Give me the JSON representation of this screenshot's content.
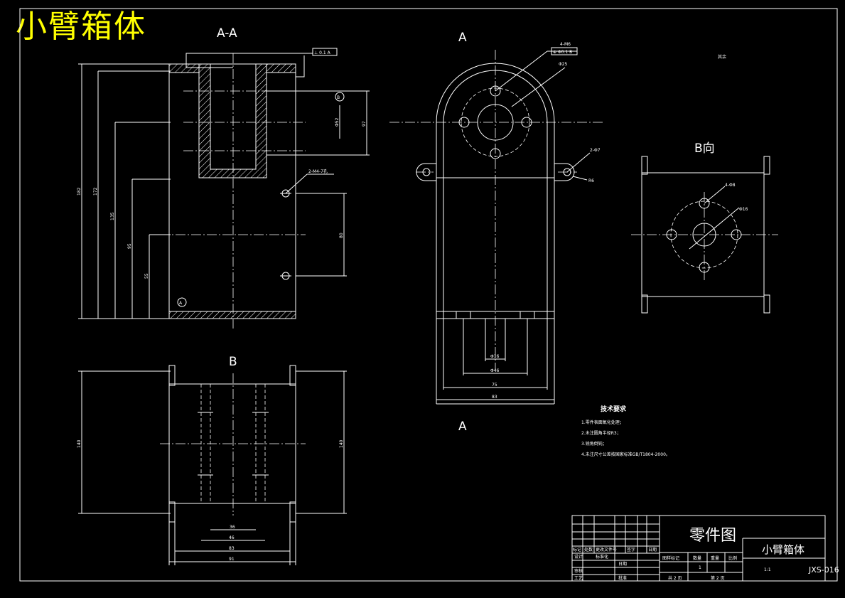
{
  "title_overlay": "小臂箱体",
  "views": {
    "section_aa": "A-A",
    "front_a_top": "A",
    "front_a_bottom": "A",
    "view_b_label": "B向",
    "view_b_bottom": "B",
    "datum_a": "A",
    "datum_b": "B"
  },
  "dims": {
    "d182": "182",
    "d172": "172",
    "d135": "135",
    "d95": "95",
    "d55": "55",
    "d80": "80",
    "d52": "Φ52",
    "d97": "97",
    "d_holes_top": "2-M4-7孔",
    "d_holes_front_top": "4-M6",
    "d25": "Φ25",
    "d2_phi7": "2-Φ7",
    "r6": "R6",
    "d16": "Φ16",
    "d46": "Φ46",
    "d75": "75",
    "d83": "83",
    "b_4phi8": "4-Φ8",
    "b_phi16": "Φ16",
    "bot_36": "36",
    "bot_46": "46",
    "bot_83": "83",
    "bot_91": "91",
    "bot_h1": "140",
    "bot_h2": "140",
    "roughness_top": "其余",
    "tol_box_1": "⊥ 0.1 A",
    "tol_box_2": "⊕ Φ0.1 B"
  },
  "tech": {
    "heading": "技术要求",
    "items": [
      "1.零件表面氧化处理；",
      "2.未注圆角半径R3；",
      "3.锐角倒钝；",
      "4.未注尺寸公差按国家标准GB/T1804-2000。"
    ]
  },
  "title_block": {
    "drawing_type": "零件图",
    "part_name": "小臂箱体",
    "scale": "1:1",
    "drawing_no": "JXS-016",
    "col_stage": "图样标记",
    "col_qty": "数量",
    "col_weight": "重量",
    "col_scale": "比例",
    "sheet_total": "共 2 页",
    "sheet_no": "第 2 页",
    "qty_value": "1",
    "row_labels": [
      "标记",
      "处数",
      "更改文件号",
      "签字",
      "日期"
    ],
    "design": "设计",
    "check": "审核",
    "process": "工艺",
    "std": "标准化",
    "approve": "批准",
    "date": "日期"
  }
}
